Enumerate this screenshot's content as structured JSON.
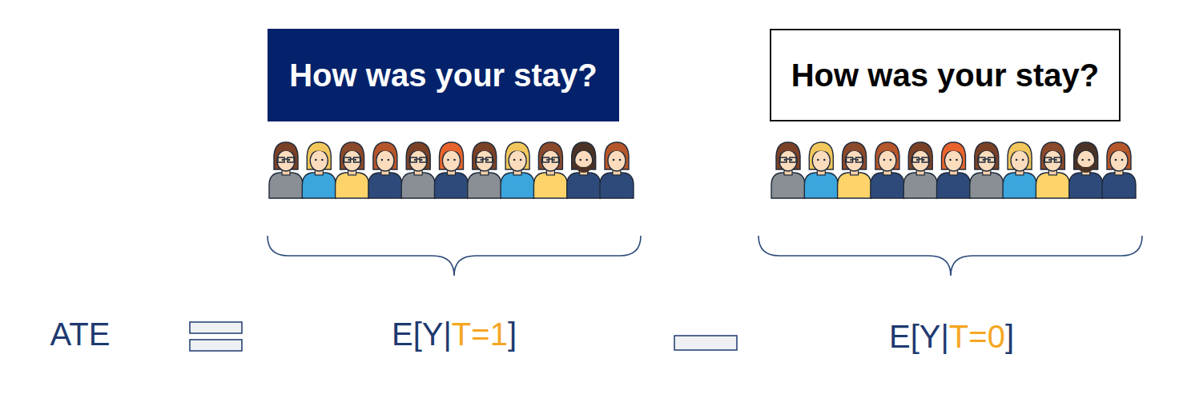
{
  "diagram": {
    "nodes": [
      {
        "text": [
          "How was your stay?"
        ]
      },
      {
        "text": [
          "How was your stay?"
        ]
      }
    ],
    "labels": [
      "ATE",
      "E[Y|",
      "T=1",
      "]",
      "E[Y|",
      "T=0",
      "]"
    ]
  }
}
